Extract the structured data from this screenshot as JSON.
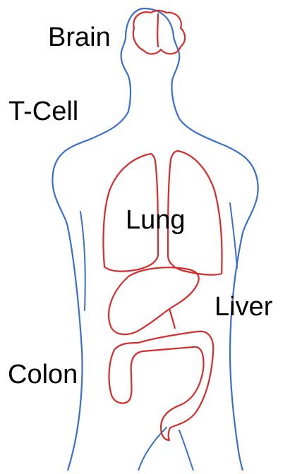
{
  "labels": {
    "brain": "Brain",
    "tcell": "T-Cell",
    "lung": "Lung",
    "liver": "Liver",
    "colon": "Colon"
  },
  "colors": {
    "body_outline": "#3a6fd0",
    "organ_outline": "#d92b2b",
    "text": "#000000",
    "background": "#ffffff"
  }
}
